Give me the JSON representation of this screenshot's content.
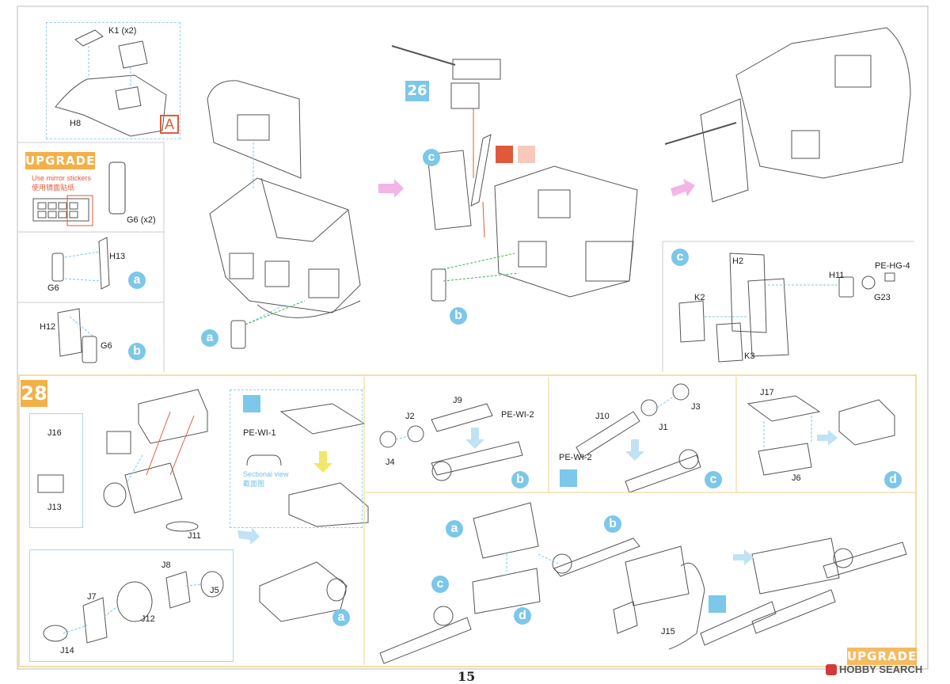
{
  "page_number": "15",
  "brand": {
    "text": "HOBBY SEARCH",
    "logo_icon": "hobby-search-logo-icon",
    "logo_color": "#d23b3b"
  },
  "top_left_panel": {
    "parts": [
      "K1 (x2)",
      "H8"
    ],
    "marker": "A"
  },
  "upgrade_panel": {
    "badge": "UPGRADE",
    "note_en": "Use mirror stickers",
    "note_cn": "使用镜面贴纸",
    "part": "G6 (x2)"
  },
  "sub_a_left": {
    "parts": [
      "H13",
      "G6"
    ],
    "circle": "a"
  },
  "sub_b_left": {
    "parts": [
      "H12",
      "G6"
    ],
    "circle": "b"
  },
  "main_top": {
    "circle_a": "a"
  },
  "step26": {
    "number": "26",
    "circle_c": "c",
    "circle_b": "b",
    "glue_icons": [
      "cement-icon",
      "no-cement-icon"
    ]
  },
  "sub_c_right": {
    "circle": "c",
    "parts": [
      "H2",
      "PE-HG-4",
      "H11",
      "G23",
      "K2",
      "K3"
    ]
  },
  "step28": {
    "number": "28",
    "parts": [
      "J16",
      "J13",
      "J11",
      "J7",
      "J8",
      "J5",
      "J12",
      "J14"
    ],
    "circle_a": "a",
    "pe_part": "PE-WI-1",
    "sectional_en": "Sectional view",
    "sectional_cn": "截面图"
  },
  "sub_b_28": {
    "parts": [
      "J9",
      "J2",
      "J4",
      "PE-WI-2"
    ],
    "circle": "b"
  },
  "sub_c_28": {
    "parts": [
      "J10",
      "J1",
      "J3",
      "PE-WI-2"
    ],
    "circle": "c"
  },
  "sub_d_28": {
    "parts": [
      "J17",
      "J6"
    ],
    "circle": "d"
  },
  "final_assembly": {
    "circles": [
      "a",
      "b",
      "c",
      "d"
    ],
    "part": "J15",
    "badge": "UPGRADE"
  },
  "colors": {
    "accent_orange": "#f3b047",
    "accent_blue": "#7cc7ea",
    "arrow_pink": "#f3b5e6",
    "red_note": "#e05a3a"
  }
}
